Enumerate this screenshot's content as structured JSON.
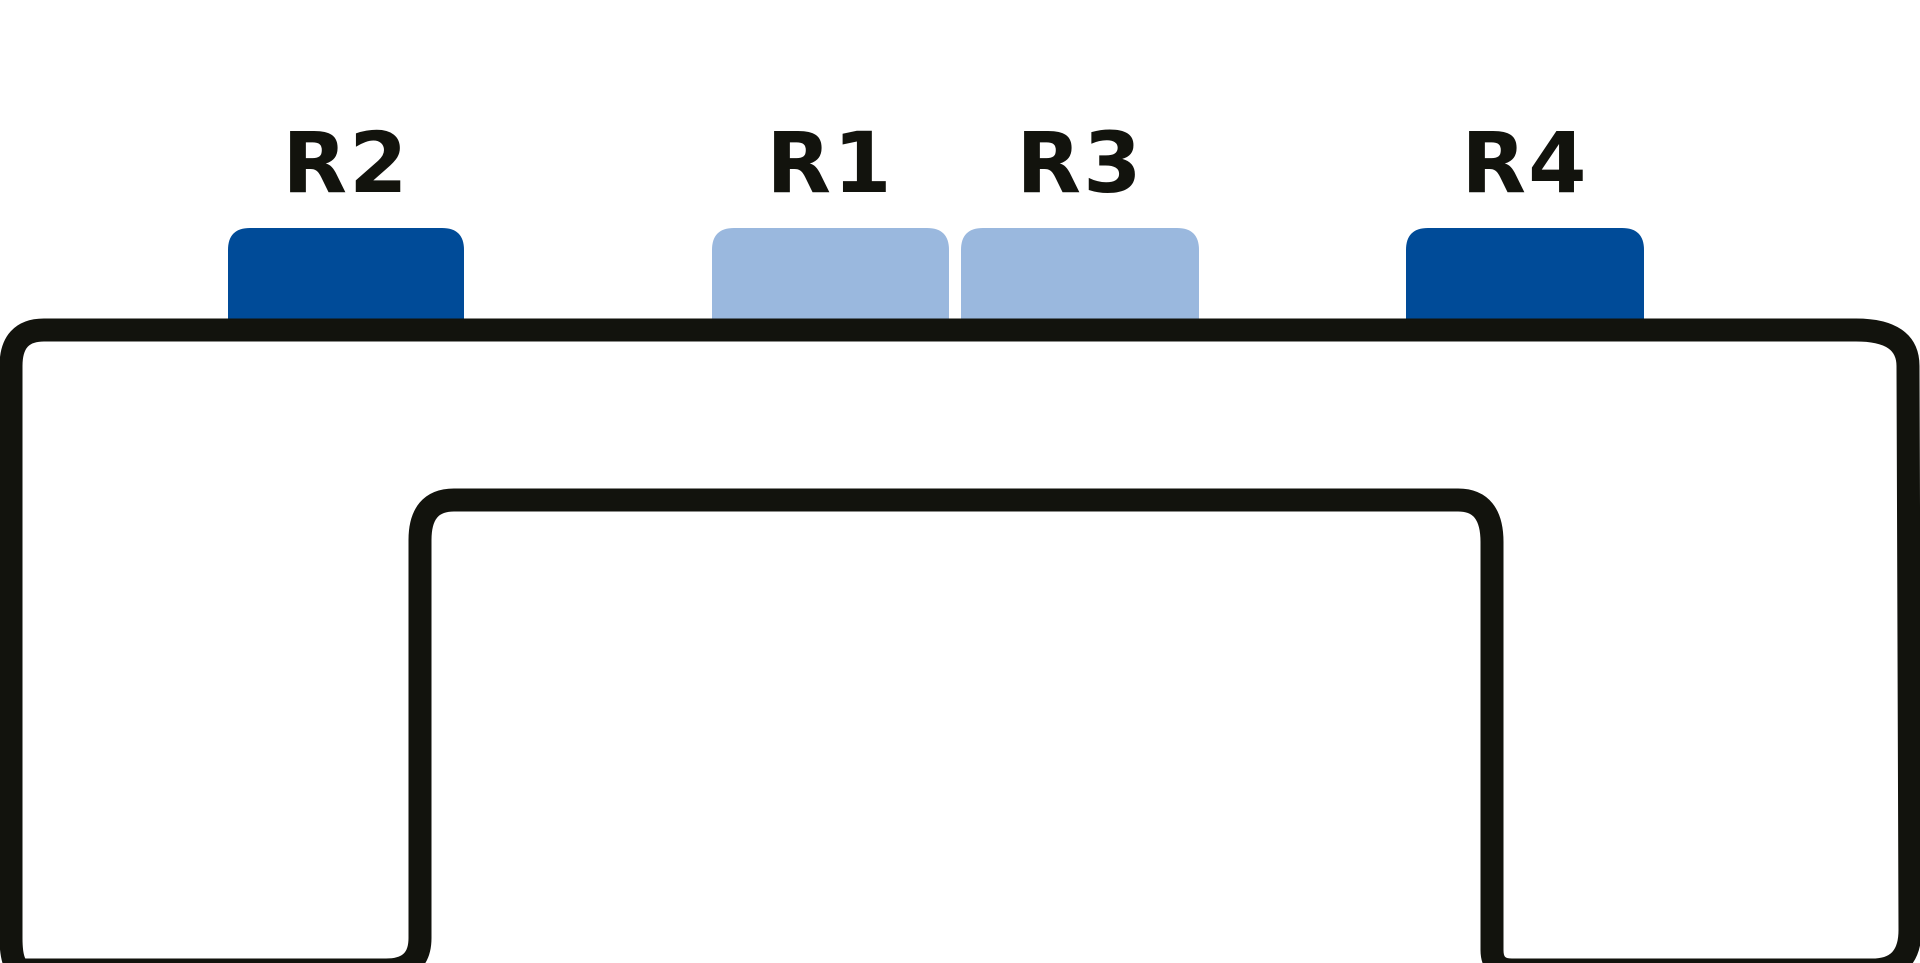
{
  "diagram": {
    "pads": [
      {
        "label": "R2",
        "color": "#004b98"
      },
      {
        "label": "R1",
        "color": "#9ab8de"
      },
      {
        "label": "R3",
        "color": "#9ab8de"
      },
      {
        "label": "R4",
        "color": "#004b98"
      }
    ],
    "outline_color": "#12130d"
  }
}
